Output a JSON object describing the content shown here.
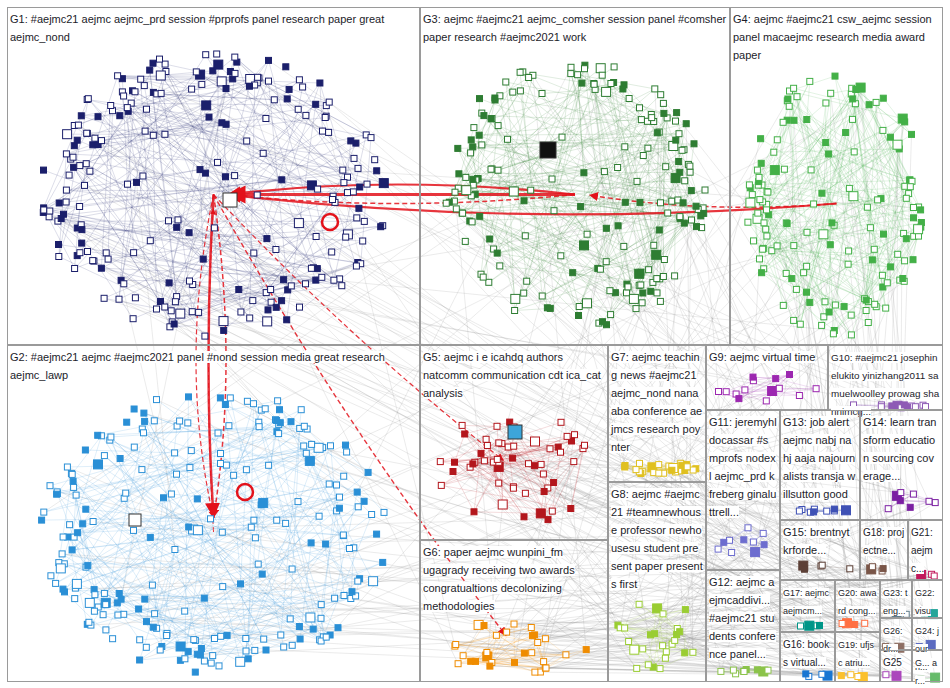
{
  "diagram": {
    "nodes": [
      {
        "text": [
          "G1: #aejmc21 aejmc aejmc_prd session #prprofs panel research paper great aejmc_nond"
        ]
      },
      {
        "text": [
          "G3: aejmc #aejmc21 aejmc_comsher session panel #comsher paper research #aejmc2021 work"
        ]
      },
      {
        "text": [
          "G4: aejmc #aejmc21 csw_aejmc session panel macaejmc research media award paper"
        ]
      },
      {
        "text": [
          "G2: #aejmc21 aejmc #aejmc2021 panel #nond session media great research aejmc_lawp"
        ]
      },
      {
        "text": [
          "G5: aejmc i e icahdq authors natcomm communication cdt ica_cat analysis"
        ]
      },
      {
        "text": [
          "G7: aejmc teaching news #aejmc21 aejmc_nond nanaaba conference aejmcs research poynter"
        ]
      },
      {
        "text": [
          "G9: aejmc virtual time"
        ]
      },
      {
        "text": [
          "G10: #aejmc21 josephinelukito yinizhang2011 samuelwoolley prowag shannimcg..."
        ]
      },
      {
        "text": [
          "G11: jeremyhl docassar #smprofs nodexl aejmc_prd kfreberg ginaluttrell..."
        ]
      },
      {
        "text": [
          "G13: job alert aejmc nabj nahj aaja najournalists transja willsutton good"
        ]
      },
      {
        "text": [
          "G14: learn transform education sourcing coverage..."
        ]
      },
      {
        "text": [
          "G6: paper aejmc wunpini_fm ugagrady receiving two awards congratualtions decolonizing methodologies"
        ]
      },
      {
        "text": [
          "G8: aejmc #aejmc21 #teamnewhouse professor newhousesu student present paper presents first"
        ]
      },
      {
        "text": [
          "G12: aejmc aejmcaddivi... #aejmc21 students conference panel..."
        ]
      },
      {
        "text": [
          "G15: brentnyt krforde..."
        ]
      },
      {
        "text": [
          "G18: projectne..."
        ]
      },
      {
        "text": [
          "G21: aejmc..."
        ]
      },
      {
        "text": [
          "G17: aejmc aejmcm..."
        ]
      },
      {
        "text": [
          "G20: award cong..."
        ]
      },
      {
        "text": [
          "G23: teng..."
        ]
      },
      {
        "text": [
          "G22: visua..."
        ]
      },
      {
        "text": [
          "G16: books virtual..."
        ]
      },
      {
        "text": [
          "G19: ufjsc atriu..."
        ]
      },
      {
        "text": [
          "G26: dr..."
        ]
      },
      {
        "text": [
          "G24: journ..."
        ]
      },
      {
        "text": [
          "G25"
        ]
      },
      {
        "text": [
          "G... ar..."
        ]
      }
    ]
  }
}
